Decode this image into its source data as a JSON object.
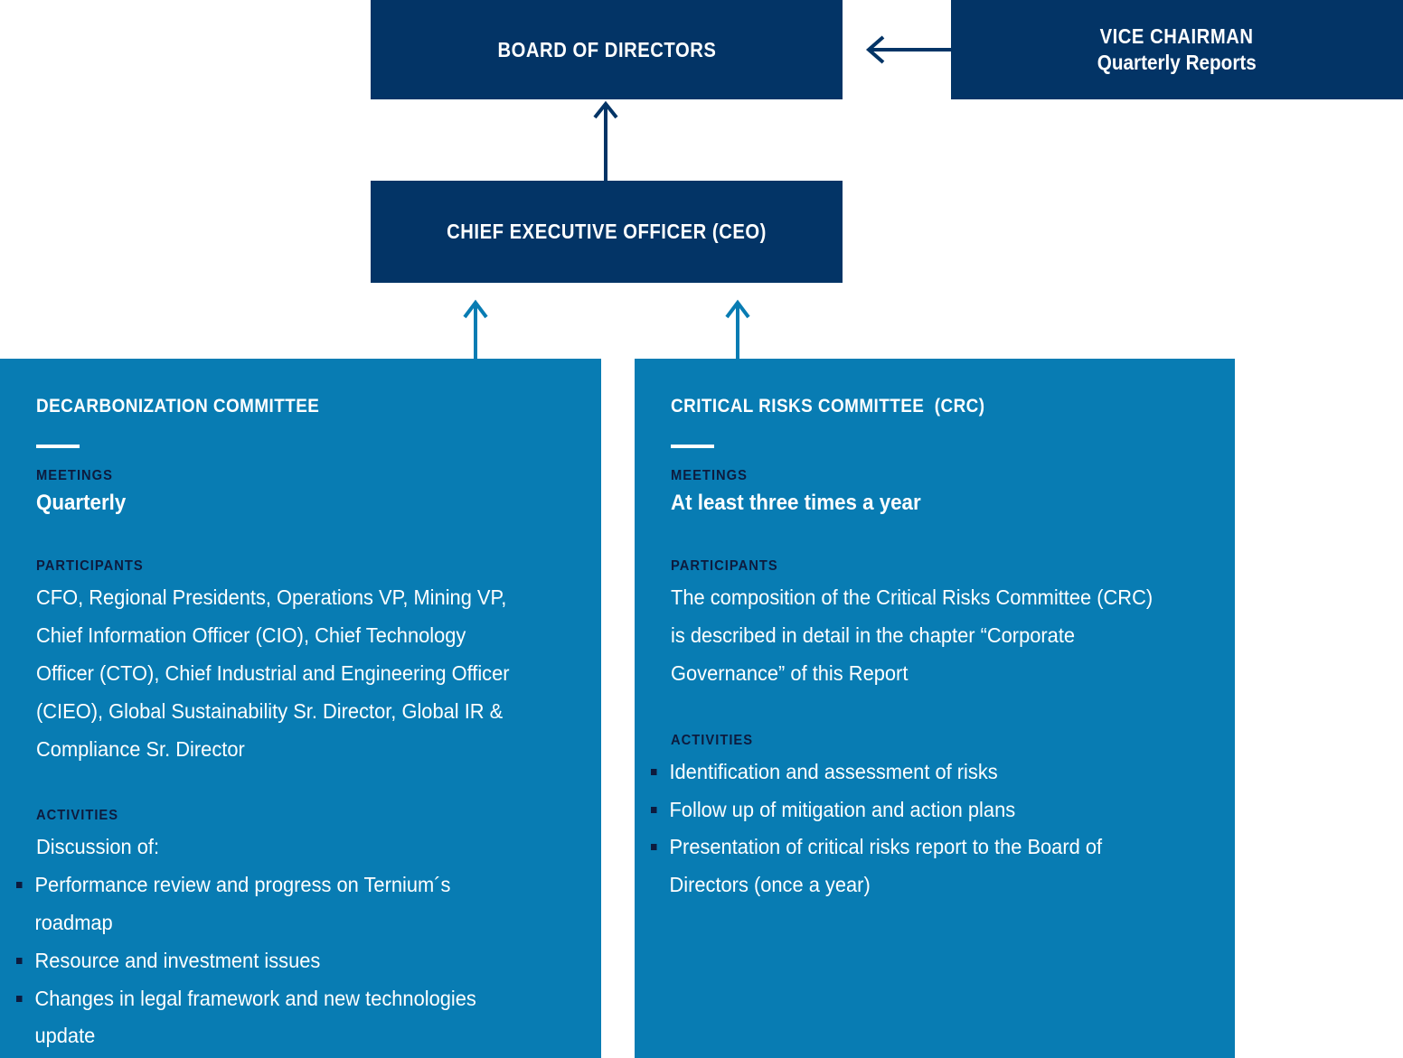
{
  "colors": {
    "navy": "#033466",
    "committee_blue": "#087CB3",
    "label_navy": "#0d1b3e",
    "white": "#ffffff",
    "arrow_navy": "#033466",
    "arrow_blue": "#087CB3"
  },
  "top_boxes": {
    "board": {
      "title": "BOARD OF DIRECTORS"
    },
    "ceo": {
      "title": "CHIEF EXECUTIVE OFFICER (CEO)"
    },
    "vice_chairman": {
      "title": "VICE CHAIRMAN",
      "subtitle": "Quarterly Reports"
    }
  },
  "committees": [
    {
      "title": "DECARBONIZATION COMMITTEE",
      "meetings_label": "MEETINGS",
      "meetings_value": "Quarterly",
      "participants_label": "PARTICIPANTS",
      "participants_value": "CFO, Regional Presidents, Operations VP, Mining VP, Chief Information Officer (CIO), Chief Technology Officer (CTO), Chief Industrial and Engineering Officer (CIEO), Global Sustainability Sr. Director, Global IR & Compliance Sr. Director",
      "activities_label": "ACTIVITIES",
      "activities_intro": "Discussion of:",
      "activities_items": [
        "Performance review and progress on Ternium´s roadmap",
        "Resource and investment issues",
        "Changes in legal framework and new technologies update"
      ]
    },
    {
      "title": "CRITICAL RISKS COMMITTEE  (CRC)",
      "meetings_label": "MEETINGS",
      "meetings_value": "At least three times a year",
      "participants_label": "PARTICIPANTS",
      "participants_value": "The composition of the Critical Risks Committee (CRC) is described in detail in the chapter “Corporate Governance” of this Report",
      "activities_label": "ACTIVITIES",
      "activities_intro": "",
      "activities_items": [
        "Identification and assessment of risks",
        "Follow up of mitigation and action plans",
        "Presentation of critical risks report to the Board of Directors (once a year)"
      ]
    }
  ],
  "connectors": [
    {
      "name": "ceo-to-board",
      "direction": "up"
    },
    {
      "name": "vice-chairman-to-board",
      "direction": "left"
    },
    {
      "name": "decarbonization-to-ceo",
      "direction": "up"
    },
    {
      "name": "critical-risks-to-ceo",
      "direction": "up"
    }
  ]
}
